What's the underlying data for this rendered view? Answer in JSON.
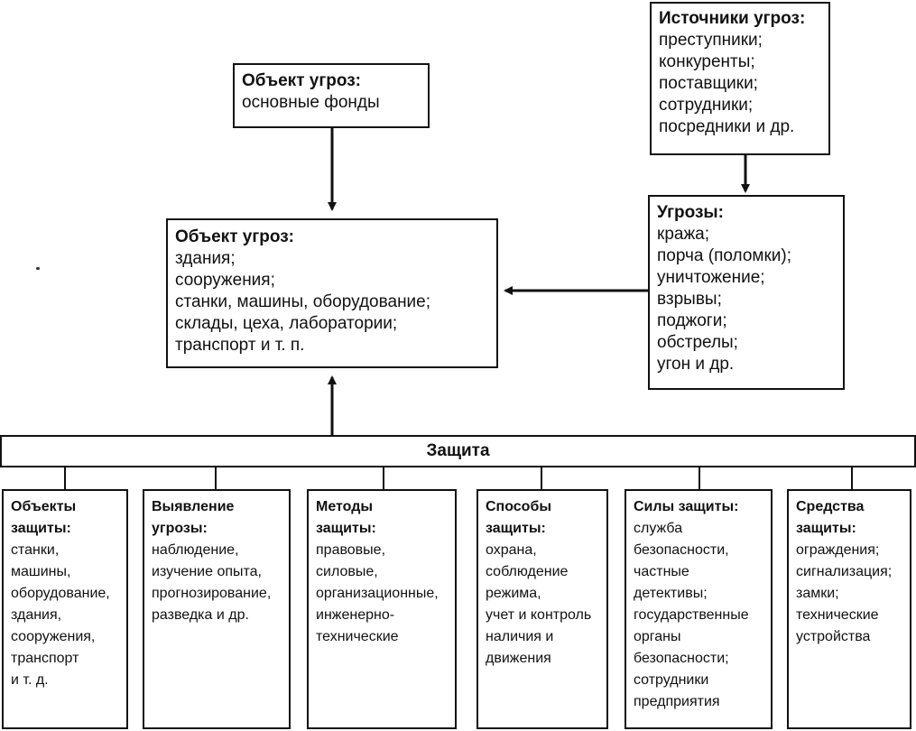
{
  "object_fixed": {
    "title": "Объект угроз:",
    "items": [
      "основные фонды"
    ]
  },
  "sources": {
    "title": "Источники угроз:",
    "items": [
      "преступники;",
      "конкуренты;",
      "поставщики;",
      "сотрудники;",
      "посредники и др."
    ]
  },
  "object_main": {
    "title": "Объект угроз:",
    "items": [
      "здания;",
      "сооружения;",
      "станки, машины, оборудование;",
      "склады, цеха, лаборатории;",
      "транспорт и т. п."
    ]
  },
  "threats": {
    "title": "Угрозы:",
    "items": [
      "кража;",
      "порча (поломки);",
      "уничтожение;",
      "взрывы;",
      "поджоги;",
      "обстрелы;",
      "угон и др."
    ]
  },
  "protection": {
    "title": "Защита"
  },
  "columns": [
    {
      "title": [
        "Объекты",
        "защиты:"
      ],
      "items": [
        "станки,",
        "машины,",
        "оборудование,",
        "здания,",
        "сооружения,",
        "транспорт",
        "и т. д."
      ]
    },
    {
      "title": [
        "Выявление",
        "угрозы:"
      ],
      "items": [
        "наблюдение,",
        "изучение опыта,",
        "прогнозирование,",
        "разведка и др."
      ]
    },
    {
      "title": [
        "Методы",
        "защиты:"
      ],
      "items": [
        "правовые,",
        "силовые,",
        "организационные,",
        "инженерно-",
        "технические"
      ]
    },
    {
      "title": [
        "Способы",
        "защиты:"
      ],
      "items": [
        "охрана,",
        "соблюдение",
        "режима,",
        "учет и контроль",
        "наличия и",
        "движения"
      ]
    },
    {
      "title": [
        "Силы защиты:"
      ],
      "items": [
        "служба",
        "безопасности,",
        "частные",
        "детективы;",
        "государственные",
        "органы",
        "безопасности;",
        "сотрудники",
        "предприятия"
      ]
    },
    {
      "title": [
        "Средства",
        "защиты:"
      ],
      "items": [
        "ограждения;",
        "сигнализация;",
        "замки;",
        "технические",
        "устройства"
      ]
    }
  ]
}
